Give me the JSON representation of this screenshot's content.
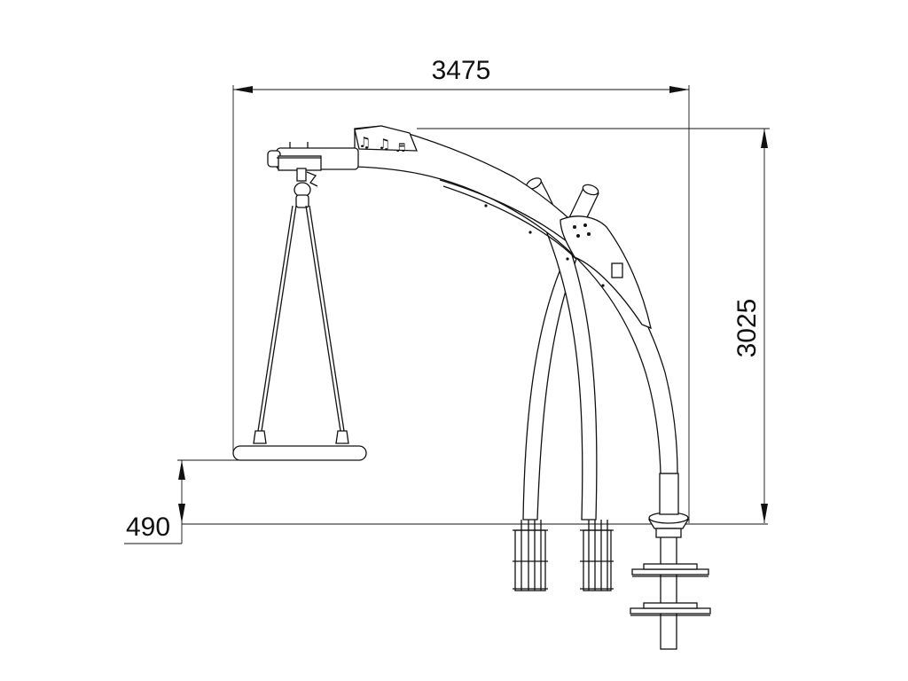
{
  "dimensions": {
    "width": "3475",
    "height": "3025",
    "seat_height": "490"
  },
  "icons": {
    "music_notes": "music-notes-icon"
  },
  "colors": {
    "line": "#111111",
    "background": "#ffffff"
  }
}
